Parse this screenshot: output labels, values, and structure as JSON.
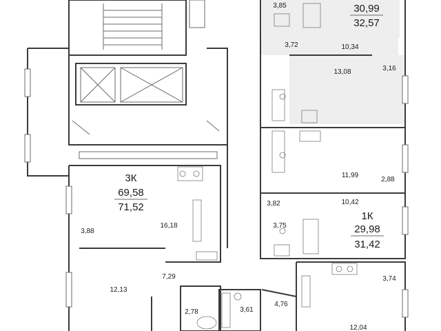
{
  "colors": {
    "walls": "#3a3a3a",
    "fixtures": "#7a7a7a",
    "highlight": "#eeeeee",
    "background": "#ffffff"
  },
  "units": {
    "u1": {
      "label": "",
      "area_living": "30,99",
      "area_total": "32,57"
    },
    "u2": {
      "label": "3К",
      "area_living": "69,58",
      "area_total": "71,52"
    },
    "u3": {
      "label": "1К",
      "area_living": "29,98",
      "area_total": "31,42"
    }
  },
  "rooms": [
    {
      "id": "r1",
      "area": "3,85"
    },
    {
      "id": "r2",
      "area": "3,72"
    },
    {
      "id": "r3",
      "area": "10,34"
    },
    {
      "id": "r4",
      "area": "13,08"
    },
    {
      "id": "r5",
      "area": "3,16"
    },
    {
      "id": "r6",
      "area": "11,99"
    },
    {
      "id": "r7",
      "area": "2,88"
    },
    {
      "id": "r8",
      "area": "3,82"
    },
    {
      "id": "r9",
      "area": "10,42"
    },
    {
      "id": "r10",
      "area": "3,75"
    },
    {
      "id": "r11",
      "area": "3,88"
    },
    {
      "id": "r12",
      "area": "16,18"
    },
    {
      "id": "r13",
      "area": "7,29"
    },
    {
      "id": "r14",
      "area": "12,13"
    },
    {
      "id": "r15",
      "area": "2,78"
    },
    {
      "id": "r16",
      "area": "3,61"
    },
    {
      "id": "r17",
      "area": "4,76"
    },
    {
      "id": "r18",
      "area": "3,74"
    },
    {
      "id": "r19",
      "area": "12,04"
    }
  ]
}
